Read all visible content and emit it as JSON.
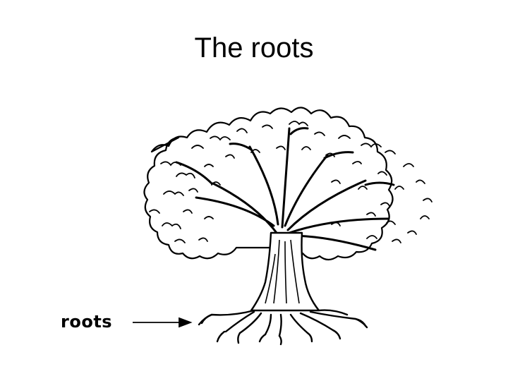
{
  "slide": {
    "title": "The roots"
  },
  "diagram": {
    "label_roots": "roots",
    "icons": [
      "tree-illustration",
      "arrow-right-icon"
    ]
  }
}
